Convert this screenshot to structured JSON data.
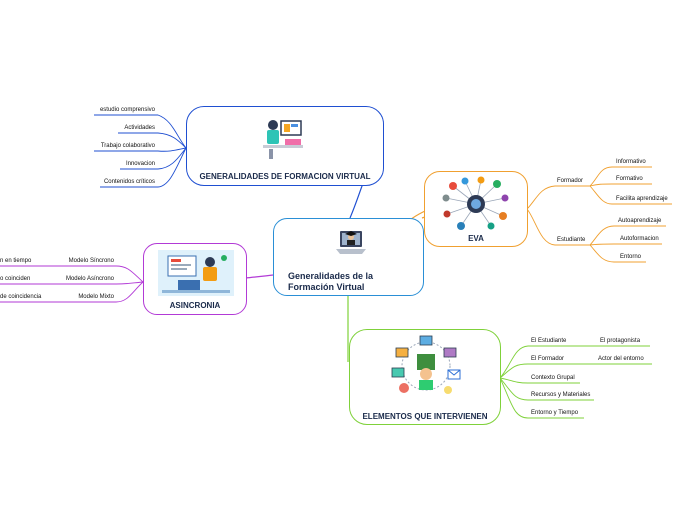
{
  "center": {
    "title_line1": "Generalidades de la",
    "title_line2": "Formación Virtual"
  },
  "branches": {
    "top": {
      "title": "GENERALIDADES DE FORMACION VIRTUAL",
      "color": "#1f4fd1",
      "items": [
        "estudio comprensivo",
        "Actividades",
        "Trabajo colaborativo",
        "Innovacion",
        "Contenidos críticos"
      ]
    },
    "eva": {
      "title": "EVA",
      "color": "#f0a030",
      "groups": [
        {
          "label": "Formador",
          "items": [
            "Informativo",
            "Formativo",
            "Facilita aprendizaje"
          ]
        },
        {
          "label": "Estudiante",
          "items": [
            "Autoaprendizaje",
            "Autoformacion",
            "Entorno"
          ]
        }
      ]
    },
    "asincronia": {
      "title": "ASINCRONIA",
      "color": "#b23ad6",
      "items": [
        {
          "label": "Modelo Síncrono",
          "detail": "n en tiempo"
        },
        {
          "label": "Modelo Asíncrono",
          "detail": "o coinciden"
        },
        {
          "label": "Modelo Mixto",
          "detail": "de coincidencia"
        }
      ]
    },
    "elementos": {
      "title": "ELEMENTOS QUE INTERVIENEN",
      "color": "#7fd13a",
      "items": [
        {
          "label": "El Estudiante",
          "detail": "El protagonista"
        },
        {
          "label": "El Formador",
          "detail": "Actor del entorno"
        },
        {
          "label": "Contexto Grupal",
          "detail": ""
        },
        {
          "label": "Recursos y Materiales",
          "detail": ""
        },
        {
          "label": "Entorno y Tiempo",
          "detail": ""
        }
      ]
    }
  }
}
